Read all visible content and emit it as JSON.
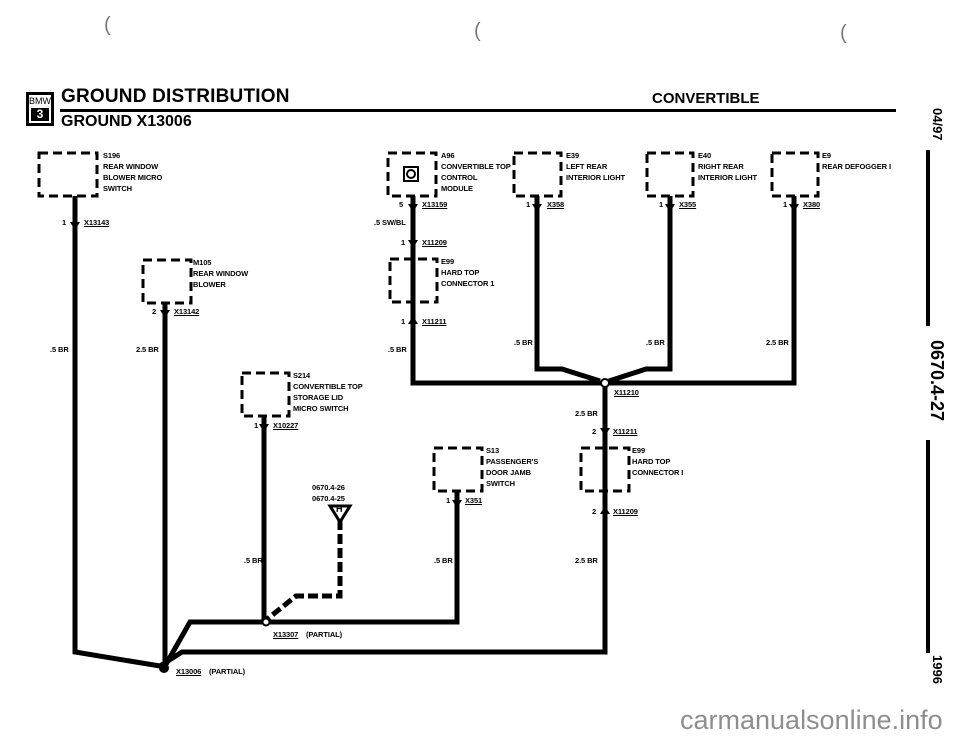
{
  "header": {
    "logo_top": "BMW",
    "logo_series": "3",
    "title": "GROUND DISTRIBUTION",
    "subtitle": "GROUND X13006",
    "model": "CONVERTIBLE"
  },
  "side_margin": {
    "date": "04/97",
    "page_code": "0670.4-27",
    "year": "1996"
  },
  "binder_marks": [
    "(",
    "(",
    "("
  ],
  "components": [
    {
      "id": "S196",
      "lines": [
        "S196",
        "REAR WINDOW",
        "BLOWER MICRO",
        "SWITCH"
      ],
      "pin": "1",
      "connector": "X13143"
    },
    {
      "id": "M105",
      "lines": [
        "M105",
        "REAR WINDOW",
        "BLOWER"
      ],
      "pin": "2",
      "connector": "X13142"
    },
    {
      "id": "A96",
      "lines": [
        "A96",
        "CONVERTIBLE TOP",
        "CONTROL",
        "MODULE"
      ],
      "pin": "5",
      "connector": "X13159"
    },
    {
      "id": "E99-top",
      "lines": [
        "E99",
        "HARD TOP",
        "CONNECTOR 1"
      ],
      "pin_in": "1",
      "connector_in": "X11209",
      "pin_out": "1",
      "connector_out": "X11211"
    },
    {
      "id": "E39",
      "lines": [
        "E39",
        "LEFT REAR",
        "INTERIOR LIGHT"
      ],
      "pin": "1",
      "connector": "X358"
    },
    {
      "id": "E40",
      "lines": [
        "E40",
        "RIGHT REAR",
        "INTERIOR LIGHT"
      ],
      "pin": "1",
      "connector": "X355"
    },
    {
      "id": "E9",
      "lines": [
        "E9",
        "REAR DEFOGGER I"
      ],
      "pin": "1",
      "connector": "X380"
    },
    {
      "id": "S214",
      "lines": [
        "S214",
        "CONVERTIBLE TOP",
        "STORAGE LID",
        "MICRO SWITCH"
      ],
      "pin": "1",
      "connector": "X10227"
    },
    {
      "id": "S13",
      "lines": [
        "S13",
        "PASSENGER'S",
        "DOOR JAMB",
        "SWITCH"
      ],
      "pin": "1",
      "connector": "X351"
    },
    {
      "id": "E99-bottom",
      "lines": [
        "E99",
        "HARD TOP",
        "CONNECTOR I"
      ],
      "pin_in": "2",
      "connector_in": "X11211",
      "pin_out": "2",
      "connector_out": "X11209"
    }
  ],
  "wires": {
    "s196": ".5 BR",
    "m105": "2.5 BR",
    "a96": ".5 SW/BL",
    "e99_top": ".5 BR",
    "e39": ".5 BR",
    "e40": ".5 BR",
    "e9": "2.5 BR",
    "x11210_down": "2.5 BR",
    "s214": ".5 BR",
    "s13": ".5 BR",
    "e99_bottom": "2.5 BR"
  },
  "splices": {
    "x11210": "X11210",
    "x13307": "X13307",
    "x13307_note": "(PARTIAL)",
    "x13006": "X13006",
    "x13006_note": "(PARTIAL)"
  },
  "reference": {
    "lines": [
      "0670.4-26",
      "0670.4-25"
    ],
    "symbol": "H"
  },
  "watermark": "carmanualsonline.info"
}
